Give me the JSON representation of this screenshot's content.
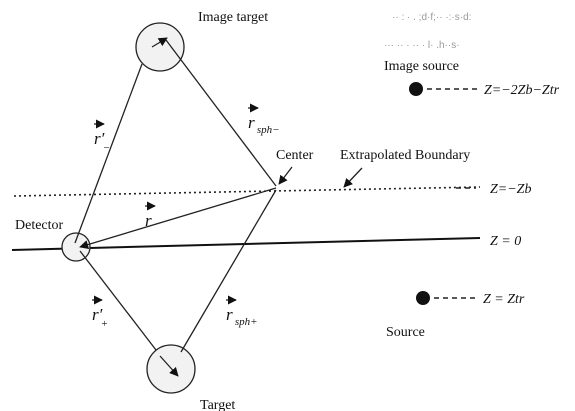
{
  "labels": {
    "image_target": "Image target",
    "image_source": "Image source",
    "center": "Center",
    "extrapolated_boundary": "Extrapolated Boundary",
    "detector": "Detector",
    "source": "Source",
    "target": "Target"
  },
  "equations": {
    "image_source_z": "Z=−2Zb−Ztr",
    "boundary_z": "Z=−Zb",
    "surface_z": "Z  =  0",
    "source_z": "Z = Ztr"
  },
  "vectors": {
    "r_minus_prime": {
      "base": "r",
      "prime": "′",
      "sub": "−"
    },
    "r_sph_minus": {
      "base": "r",
      "sub": "sph−"
    },
    "r": {
      "base": "r"
    },
    "r_plus_prime": {
      "base": "r",
      "prime": "′",
      "sub": "+"
    },
    "r_sph_plus": {
      "base": "r",
      "sub": "sph+"
    }
  },
  "faint_text": {
    "line1": "··  :  · . ;d·f;·· ·:·s·d:",
    "line2": "···  ··  ·   ·· · l· .h··s·"
  }
}
